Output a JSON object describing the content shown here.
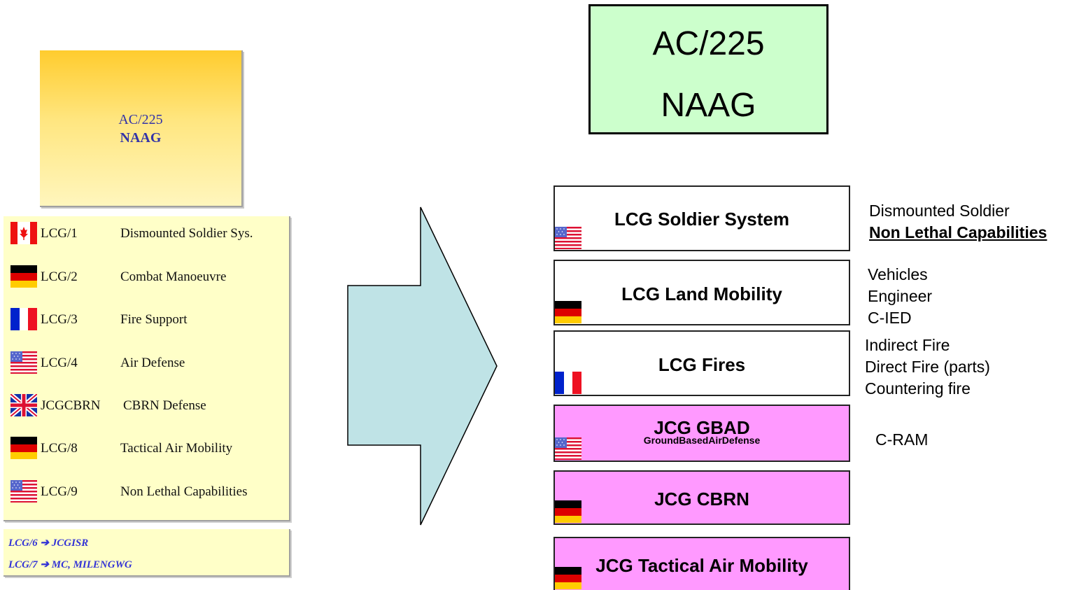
{
  "left_header": {
    "line1": "AC/225",
    "line2": "NAAG"
  },
  "lcg_list": [
    {
      "flag": "canada-flag-icon",
      "code": "LCG/1",
      "desc": "Dismounted Soldier Sys."
    },
    {
      "flag": "germany-flag-icon",
      "code": "LCG/2",
      "desc": "Combat Manoeuvre"
    },
    {
      "flag": "france-flag-icon",
      "code": "LCG/3",
      "desc": "Fire Support"
    },
    {
      "flag": "usa-flag-icon",
      "code": "LCG/4",
      "desc": "Air Defense"
    },
    {
      "flag": "uk-flag-icon",
      "code": "JCGCBRN",
      "desc": "CBRN Defense"
    },
    {
      "flag": "germany-flag-icon",
      "code": "LCG/8",
      "desc": "Tactical Air Mobility"
    },
    {
      "flag": "usa-flag-icon",
      "code": "LCG/9",
      "desc": "Non Lethal Capabilities"
    }
  ],
  "lcg_notes": [
    {
      "from": "LCG/6",
      "arrow": "➔",
      "to": "JCGISR"
    },
    {
      "from": "LCG/7",
      "arrow": "➔",
      "to": "MC, MILENGWG"
    }
  ],
  "right_header": {
    "line1": "AC/225",
    "line2": "NAAG"
  },
  "groups": [
    {
      "title": "LCG Soldier System",
      "subtitle": "",
      "flag": "usa-flag-icon",
      "color": "#ffffff"
    },
    {
      "title": "LCG Land Mobility",
      "subtitle": "",
      "flag": "germany-flag-icon",
      "color": "#ffffff"
    },
    {
      "title": "LCG Fires",
      "subtitle": "",
      "flag": "france-flag-icon",
      "color": "#ffffff"
    },
    {
      "title": "JCG GBAD",
      "subtitle": "GroundBasedAirDefense",
      "flag": "usa-flag-icon",
      "color": "#ff99ff"
    },
    {
      "title": "JCG CBRN",
      "subtitle": "",
      "flag": "germany-flag-icon",
      "color": "#ff99ff"
    },
    {
      "title": "JCG Tactical Air Mobility",
      "subtitle": "",
      "flag": "germany-flag-icon",
      "color": "#ff99ff"
    }
  ],
  "side_notes": {
    "soldier": [
      "Dismounted Soldier",
      "Non Lethal Capabilities"
    ],
    "mobility": [
      "Vehicles",
      "Engineer",
      "C-IED"
    ],
    "fires": [
      "Indirect Fire",
      "Direct Fire (parts)",
      "Countering fire"
    ],
    "gbad": [
      "C-RAM"
    ]
  },
  "colors": {
    "arrow_fill": "#bfe3e6",
    "left_header_top": "#ffcc2e",
    "list_bg": "#ffffc8",
    "right_header_bg": "#ccffcc",
    "pink": "#ff99ff",
    "list_text_blue": "#3333d6"
  }
}
